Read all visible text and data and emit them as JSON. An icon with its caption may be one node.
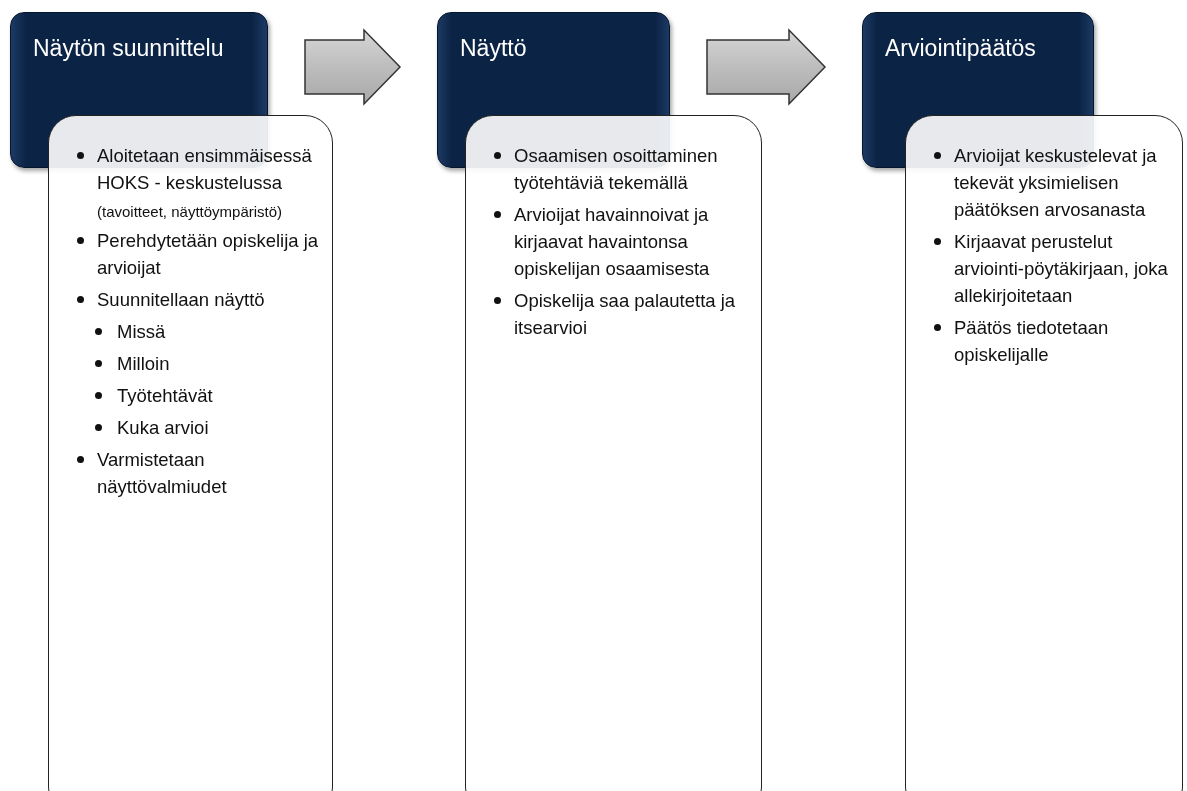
{
  "diagram": {
    "nodes": [
      {
        "text": [
          "Näytön suunnittelu"
        ]
      },
      {
        "text": [
          "Aloitetaan ensimmäisessä HOKS - keskustelussa",
          "(tavoitteet, näyttöympäristö)",
          "Perehdytetään opiskelija ja arvioijat",
          "Suunnitellaan näyttö",
          "Missä",
          "Milloin",
          "Työtehtävät",
          "Kuka arvioi",
          "Varmistetaan näyttövalmiudet"
        ]
      },
      {
        "text": [
          "Näyttö"
        ]
      },
      {
        "text": [
          "Osaamisen osoittaminen työtehtäviä tekemällä",
          "Arvioijat havainnoivat ja kirjaavat havaintonsa opiskelijan osaamisesta",
          "Opiskelija saa palautetta ja itsearvioi"
        ]
      },
      {
        "text": [
          "Arviointipäätös"
        ]
      },
      {
        "text": [
          "Arvioijat keskustelevat ja tekevät yksimielisen päätöksen arvosanasta",
          "Kirjaavat perustelut arviointi-pöytäkirjaan, joka allekirjoitetaan",
          "Päätös tiedotetaan opiskelijalle"
        ]
      }
    ],
    "edges": [
      {
        "from": 0,
        "to": 2,
        "arrow": "to"
      },
      {
        "from": 2,
        "to": 4,
        "arrow": "to"
      }
    ]
  }
}
